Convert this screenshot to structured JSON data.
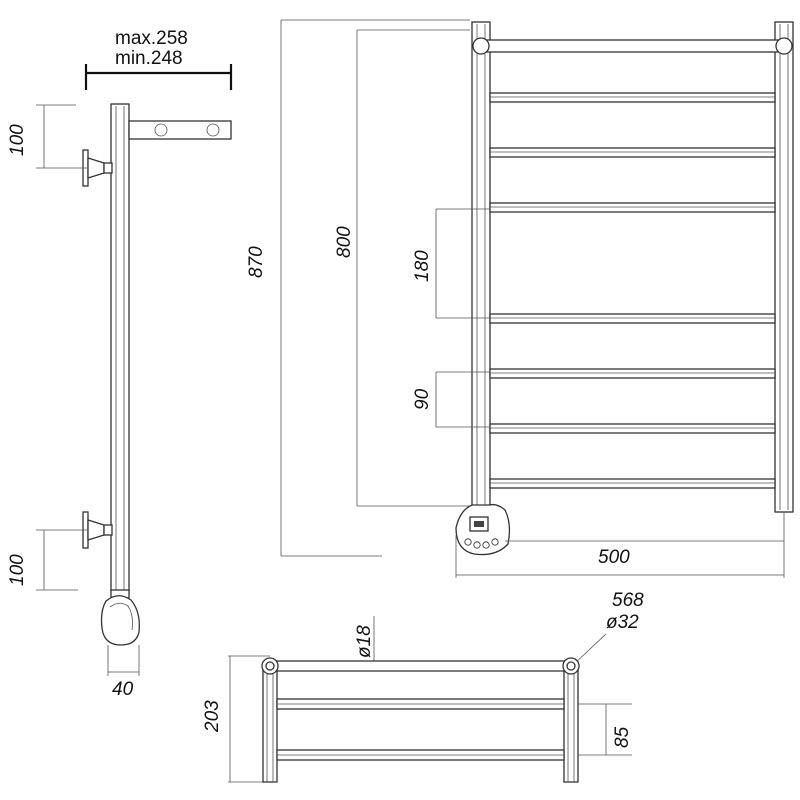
{
  "side_view": {
    "depth_max": "max.258",
    "depth_min": "min.248",
    "mount_top": "100",
    "mount_bottom": "100",
    "heater_depth": "40"
  },
  "front_view": {
    "total_height": "870",
    "center_height": "800",
    "large_gap": "180",
    "small_gap": "90",
    "width": "500"
  },
  "top_view": {
    "overall_width": "568",
    "rail_diameter": "ø18",
    "post_diameter": "ø32",
    "depth": "203",
    "rail_gap": "85"
  },
  "colors": {
    "line": "#333333",
    "fill": "#ffffff",
    "text": "#111111"
  }
}
